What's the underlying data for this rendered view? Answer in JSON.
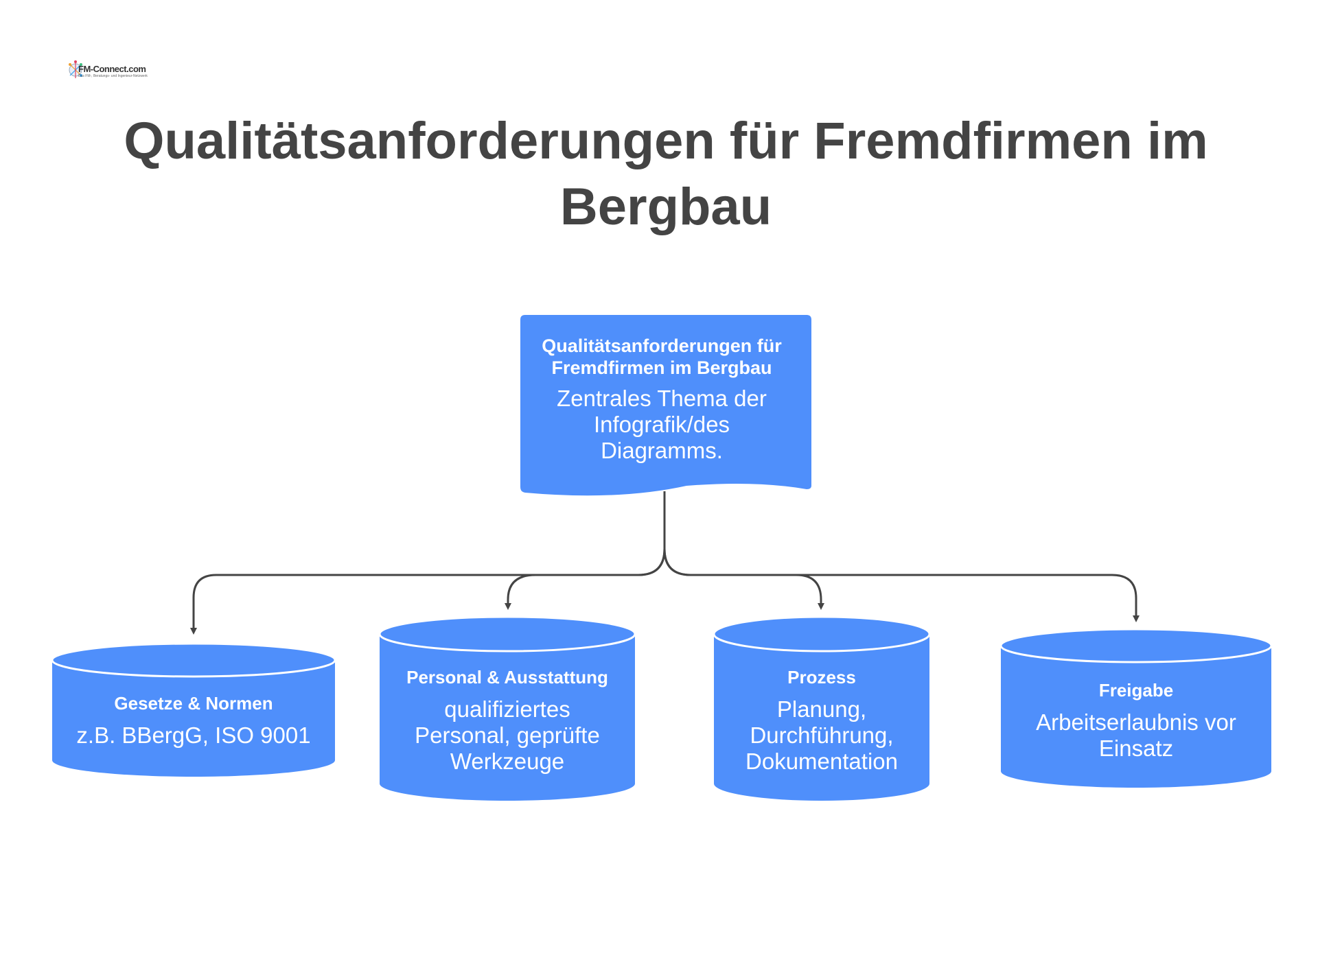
{
  "logo": {
    "name": "FM-Connect.com",
    "tagline": "Das FM-, Beratungs- und Ingenieur-Netzwerk"
  },
  "title": "Qualitätsanforderungen für Fremdfirmen im Bergbau",
  "colors": {
    "node_fill": "#4f8ffb",
    "node_stroke": "#ffffff",
    "connector": "#444444",
    "title_text": "#444444"
  },
  "root": {
    "title": "Qualitätsanforderungen für Fremdfirmen im Bergbau",
    "description": "Zentrales Thema der Infografik/des Diagramms."
  },
  "children": [
    {
      "title": "Gesetze & Normen",
      "description": "z.B. BBergG, ISO 9001"
    },
    {
      "title": "Personal & Ausstattung",
      "description": "qualifiziertes Personal, geprüfte Werkzeuge"
    },
    {
      "title": "Prozess",
      "description": "Planung, Durchführung, Dokumentation"
    },
    {
      "title": "Freigabe",
      "description": "Arbeitserlaubnis vor Einsatz"
    }
  ]
}
